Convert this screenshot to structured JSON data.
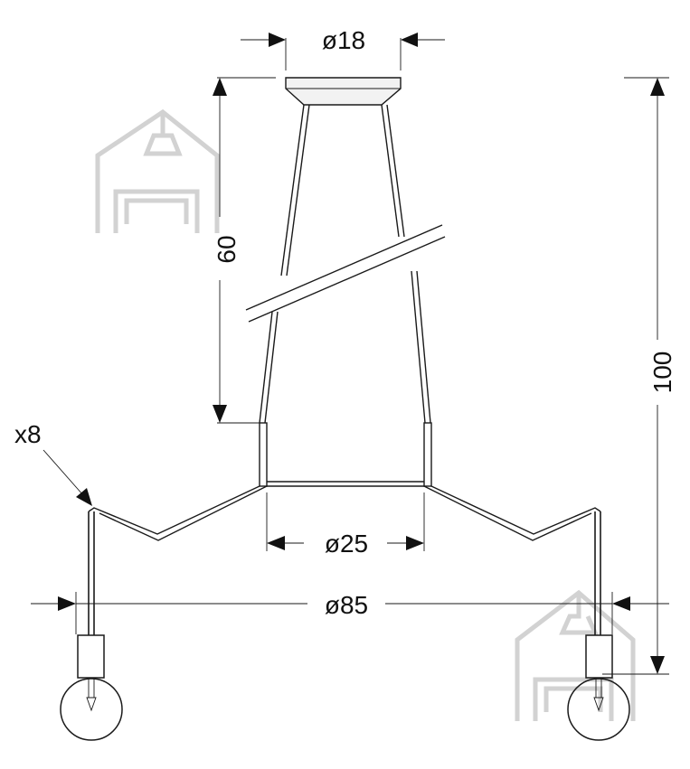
{
  "diagram": {
    "dimensions": {
      "canopy_diameter": "ø18",
      "frame_height": "60",
      "total_height": "100",
      "bulb_count": "x8",
      "center_ring_diameter": "ø25",
      "overall_diameter": "ø85"
    },
    "colors": {
      "line": "#1a1a1a",
      "watermark": "#d2d2d2",
      "canopy_fill": "#f2f2f2"
    }
  }
}
